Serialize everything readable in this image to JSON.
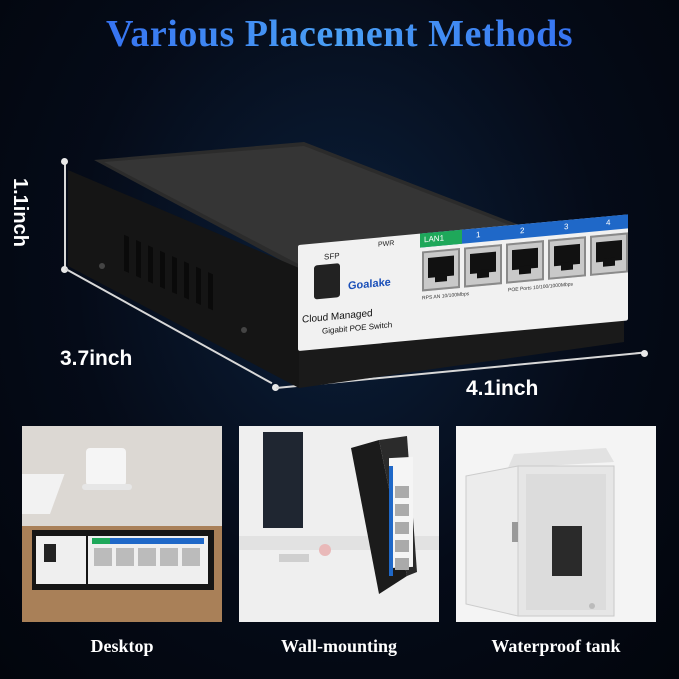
{
  "title": "Various Placement Methods",
  "dimensions": {
    "height": "1.1inch",
    "depth": "3.7inch",
    "width": "4.1inch"
  },
  "device": {
    "sfp_label": "SFP",
    "pwr_label": "PWR",
    "brand": "Goalake",
    "model_line1": "Cloud Managed",
    "model_line2": "Gigabit POE Switch",
    "port_labels": [
      "LAN1",
      "1",
      "2",
      "3",
      "4"
    ],
    "lan_speed": "RPS AN 10/100Mbps",
    "poe_speed": "POE Ports 10/100/1000Mbps"
  },
  "placements": [
    {
      "caption": "Desktop"
    },
    {
      "caption": "Wall-mounting"
    },
    {
      "caption": "Waterproof tank"
    }
  ],
  "colors": {
    "title_blue": "#3f7cf2",
    "port_strip_blue": "#1f68c8",
    "lan_green": "#1ea85a",
    "background": "#050b18"
  }
}
